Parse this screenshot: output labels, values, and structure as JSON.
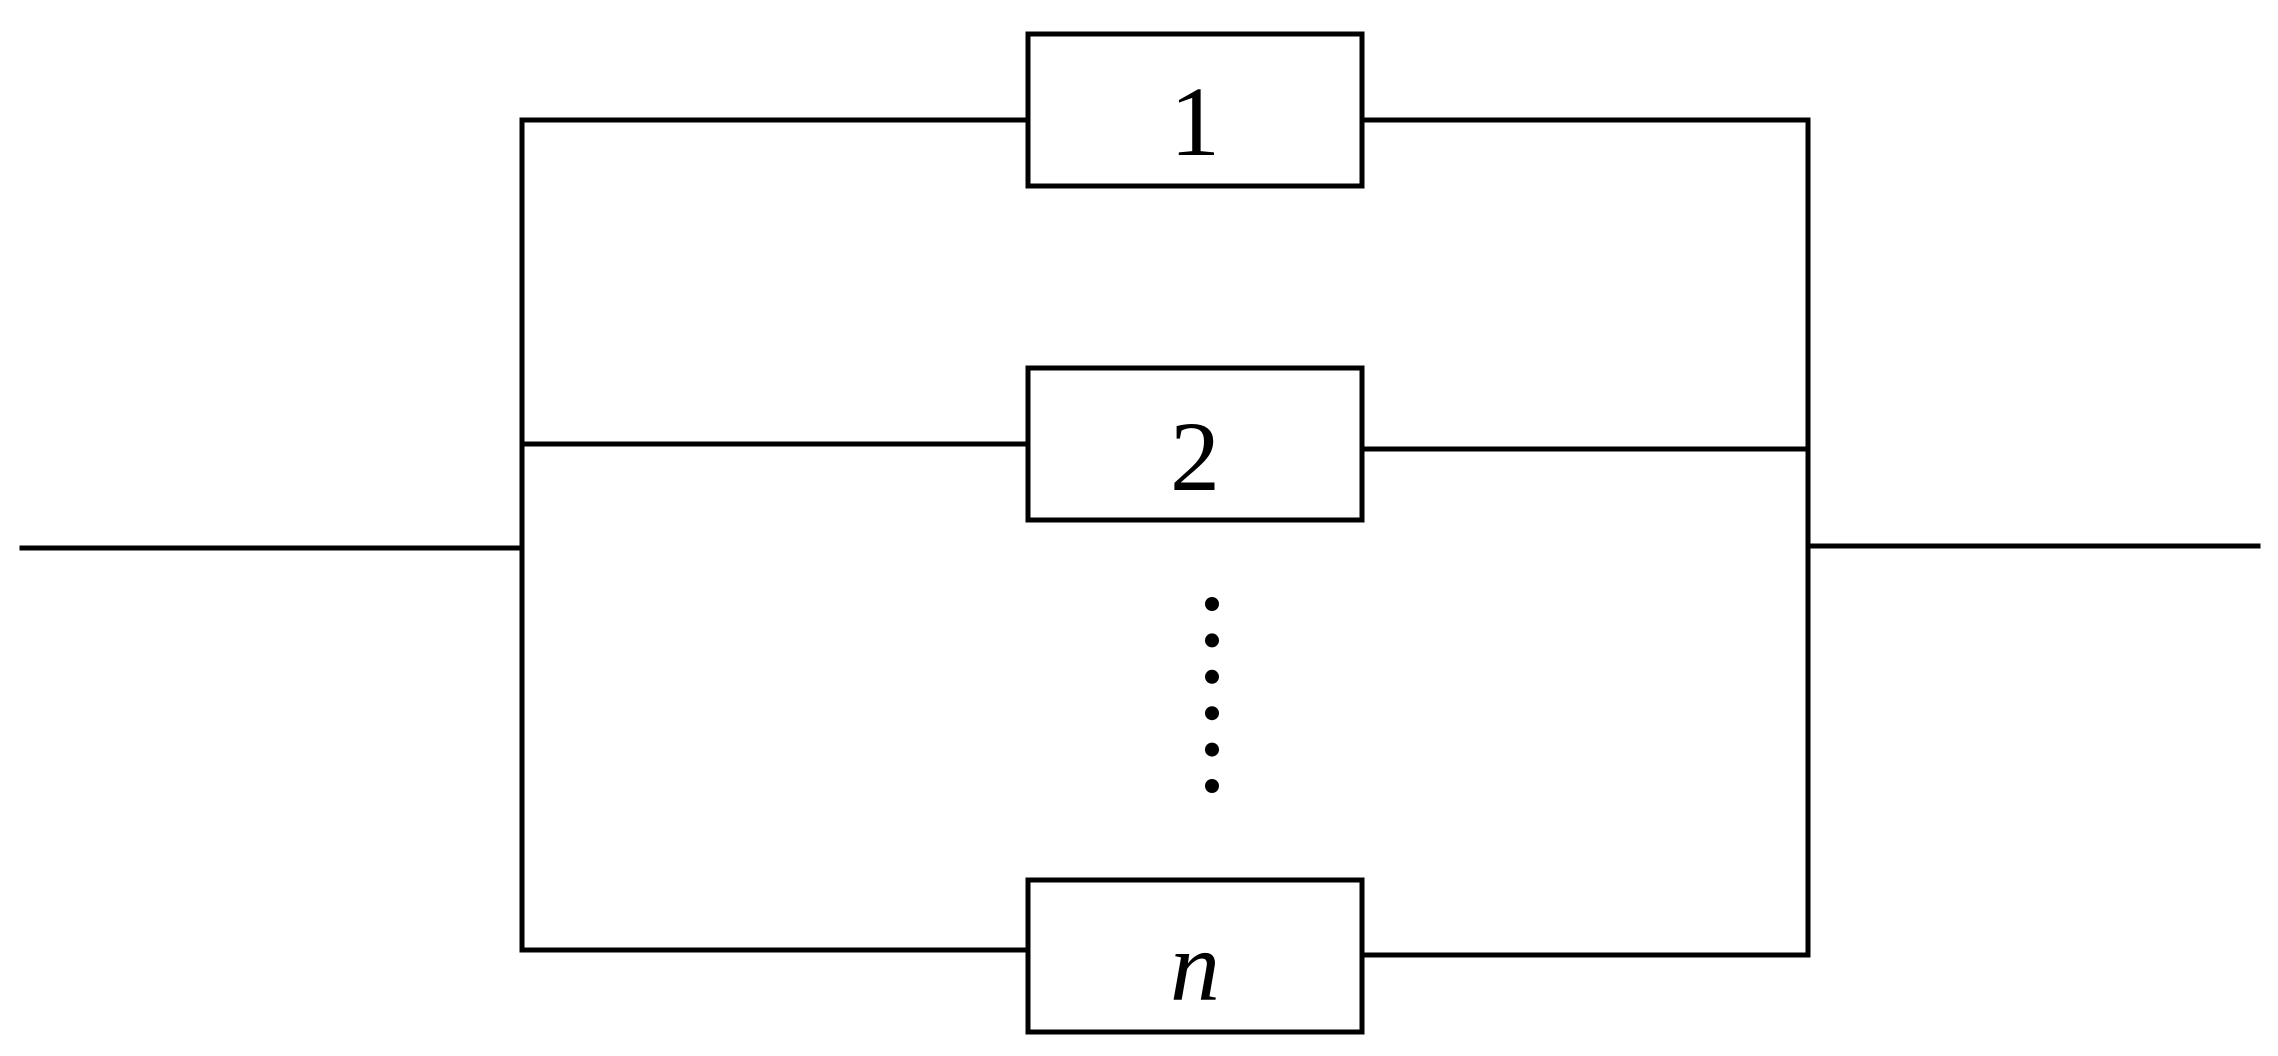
{
  "diagram": {
    "components": [
      {
        "label": "1",
        "italic": false
      },
      {
        "label": "2",
        "italic": false
      },
      {
        "label": "n",
        "italic": true
      }
    ],
    "ellipsis_dot_count": 6,
    "colors": {
      "line": "#000000",
      "background": "#ffffff"
    }
  }
}
